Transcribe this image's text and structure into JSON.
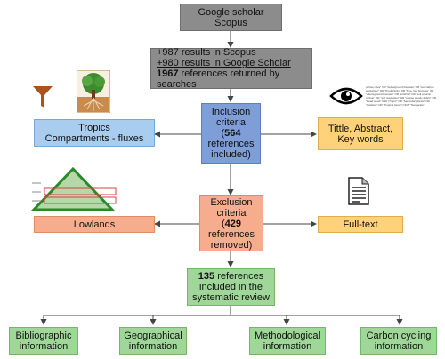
{
  "sources": {
    "line1": "Google scholar",
    "line2": "Scopus"
  },
  "search_results": {
    "scopus": "+987 results in Scopus",
    "scholar": "+980 results in Google Scholar",
    "total_number": "1967",
    "total_rest": " references returned by searches"
  },
  "inclusion": {
    "line1": "Inclusion",
    "line2": "criteria",
    "number": "564",
    "rest1": "references",
    "rest2": "included)"
  },
  "inclusion_left": {
    "line1": "Tropics",
    "line2": "Compartments - fluxes"
  },
  "inclusion_right": {
    "line1": "Tittle, Abstract,",
    "line2": "Key words"
  },
  "keyword_snippet": "(active roles* OR \"belowground biomass\" OR \"soil carbon production\" OR \"Productivity\" OR \"Fine root biomass\" OR \"aboveground biomass\" OR \"Litterfall\" OR \"soil organic carbon\" OR \"soil respiration\" OR \"coarse woody debris\" OR \"Dead wood\" AND (Tropic* OR \"Secondary forest\" OR \"Lowland\" OR \"Tropical forest\") NOT \"Temperate\"",
  "exclusion": {
    "line1": "Exclusion",
    "line2": "criteria",
    "number": "429",
    "rest1": "references",
    "rest2": "removed)"
  },
  "exclusion_left": "Lowlands",
  "exclusion_right": "Full-text",
  "final": {
    "number": "135",
    "rest1": " references",
    "line2": "included in the",
    "line3": "systematic review"
  },
  "categories": [
    {
      "line1": "Bibliographic",
      "line2": "information"
    },
    {
      "line1": "Geographical",
      "line2": "information"
    },
    {
      "line1": "Methodological",
      "line2": "information"
    },
    {
      "line1": "Carbon cycling",
      "line2": "information"
    }
  ],
  "icons": [
    "funnel-icon",
    "tree-soil-icon",
    "eye-icon",
    "elevation-mountain-icon",
    "document-icon"
  ],
  "colors": {
    "gray": "#8c8c8c",
    "light_blue": "#a9cdee",
    "blue": "#7f9ed8",
    "yellow": "#fdd27a",
    "salmon": "#f6ad8e",
    "green": "#9fd798",
    "funnel": "#a8541c"
  }
}
